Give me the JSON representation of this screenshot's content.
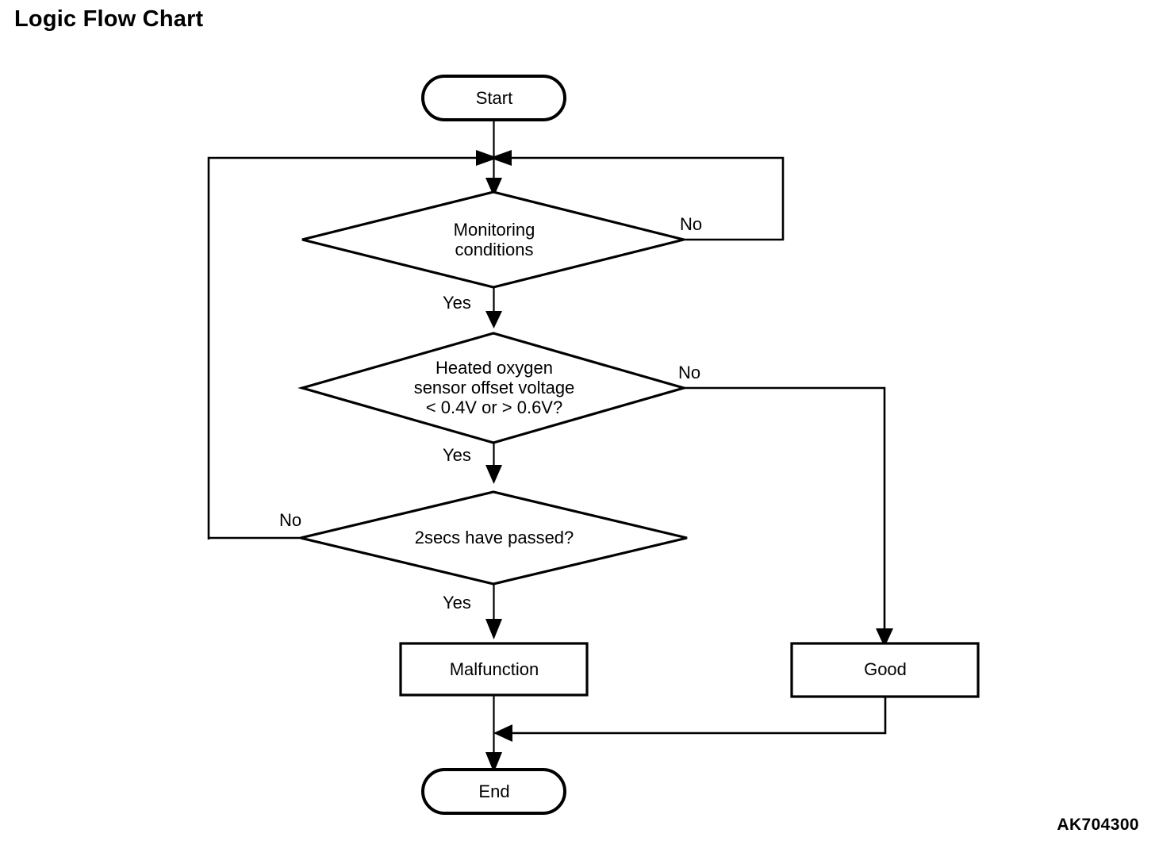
{
  "page": {
    "title": "Logic Flow Chart",
    "figure_code": "AK704300",
    "background_color": "#ffffff",
    "line_color": "#000000"
  },
  "chart_data": {
    "type": "diagram",
    "diagram_kind": "flowchart",
    "title": "Logic Flow Chart",
    "orientation": "top-to-bottom",
    "nodes": [
      {
        "id": "start",
        "shape": "terminator",
        "label": "Start"
      },
      {
        "id": "monitoring",
        "shape": "decision",
        "label": "Monitoring conditions",
        "lines": [
          "Monitoring",
          "conditions"
        ]
      },
      {
        "id": "voltage",
        "shape": "decision",
        "label": "Heated oxygen sensor offset voltage < 0.4V or > 0.6V?",
        "lines": [
          "Heated oxygen",
          "sensor offset voltage",
          "< 0.4V or > 0.6V?"
        ]
      },
      {
        "id": "timer",
        "shape": "decision",
        "label": "2secs have passed?",
        "lines": [
          "2secs have passed?"
        ]
      },
      {
        "id": "malfunction",
        "shape": "process",
        "label": "Malfunction"
      },
      {
        "id": "good",
        "shape": "process",
        "label": "Good"
      },
      {
        "id": "end",
        "shape": "terminator",
        "label": "End"
      }
    ],
    "edges": [
      {
        "from": "start",
        "to": "monitoring",
        "label": ""
      },
      {
        "from": "monitoring",
        "to": "voltage",
        "label": "Yes"
      },
      {
        "from": "monitoring",
        "to": "monitoring",
        "label": "No",
        "routing": "right-up-loop"
      },
      {
        "from": "voltage",
        "to": "timer",
        "label": "Yes"
      },
      {
        "from": "voltage",
        "to": "good",
        "label": "No",
        "routing": "right-down"
      },
      {
        "from": "timer",
        "to": "malfunction",
        "label": "Yes"
      },
      {
        "from": "timer",
        "to": "monitoring",
        "label": "No",
        "routing": "left-up-loop"
      },
      {
        "from": "malfunction",
        "to": "end",
        "label": ""
      },
      {
        "from": "good",
        "to": "end",
        "label": "",
        "routing": "down-left-merge"
      }
    ],
    "edge_labels": [
      "No",
      "Yes",
      "No",
      "Yes",
      "No",
      "Yes"
    ]
  },
  "nodes": {
    "start": "Start",
    "monitoring_line1": "Monitoring",
    "monitoring_line2": "conditions",
    "voltage_line1": "Heated oxygen",
    "voltage_line2": "sensor offset voltage",
    "voltage_line3": "< 0.4V or > 0.6V?",
    "timer": "2secs have passed?",
    "malfunction": "Malfunction",
    "good": "Good",
    "end": "End"
  },
  "labels": {
    "monitoring_no": "No",
    "monitoring_yes": "Yes",
    "voltage_no": "No",
    "voltage_yes": "Yes",
    "timer_no": "No",
    "timer_yes": "Yes"
  }
}
